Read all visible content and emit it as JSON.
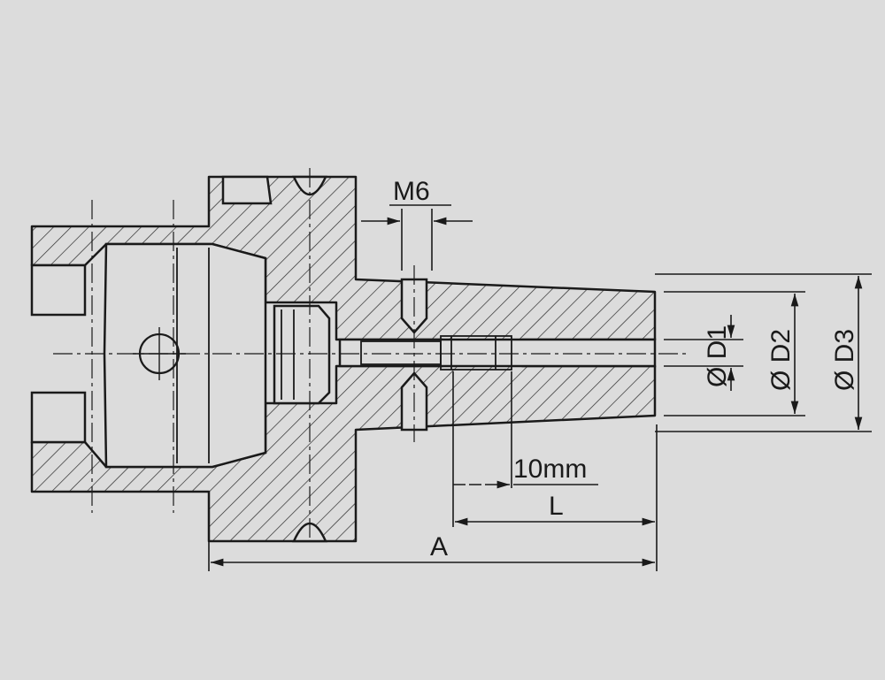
{
  "colors": {
    "background": "#dcdcdc",
    "line": "#1a1a1a",
    "hatch": "#2a2a2a"
  },
  "labels": {
    "thread": "M6",
    "depth": "10mm",
    "length_l": "L",
    "length_a": "A",
    "d1": "Ø D1",
    "d2": "Ø D2",
    "d3": "Ø D3"
  }
}
